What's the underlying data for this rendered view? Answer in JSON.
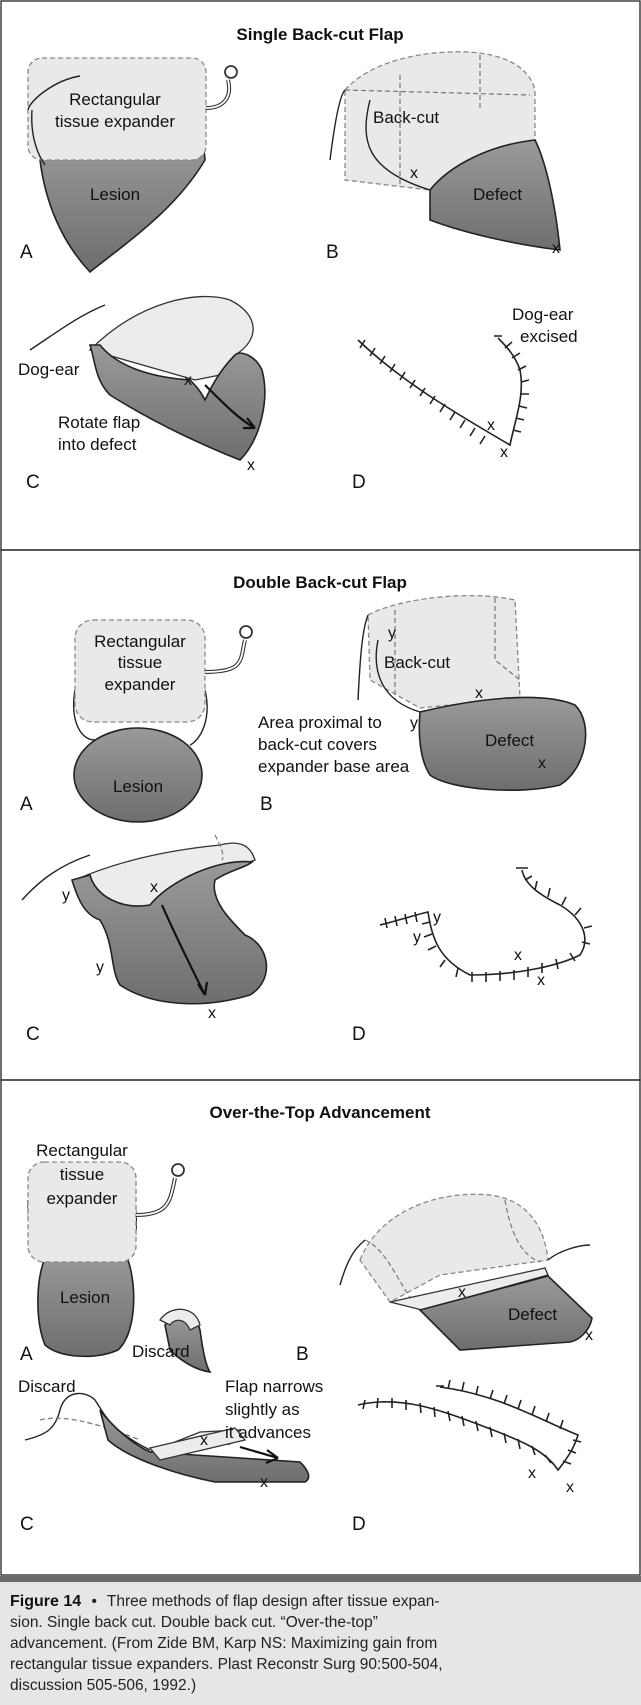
{
  "sections": [
    {
      "title": "Single Back-cut Flap",
      "panel_a": {
        "letter": "A",
        "expander_label_1": "Rectangular",
        "expander_label_2": "tissue expander",
        "lesion_label": "Lesion"
      },
      "panel_b": {
        "letter": "B",
        "backcut_label": "Back-cut",
        "defect_label": "Defect",
        "x1": "x",
        "x2": "x"
      },
      "panel_c": {
        "letter": "C",
        "dogear_label": "Dog-ear",
        "rotate_label_1": "Rotate flap",
        "rotate_label_2": "into defect",
        "x1": "x",
        "x2": "x"
      },
      "panel_d": {
        "letter": "D",
        "excised_label_1": "Dog-ear",
        "excised_label_2": "excised",
        "x1": "x",
        "x2": "x"
      }
    },
    {
      "title": "Double Back-cut Flap",
      "panel_a": {
        "letter": "A",
        "expander_label_1": "Rectangular",
        "expander_label_2": "tissue",
        "expander_label_3": "expander",
        "lesion_label": "Lesion"
      },
      "panel_b": {
        "letter": "B",
        "backcut_label": "Back-cut",
        "defect_label": "Defect",
        "note_1": "Area proximal to",
        "note_2": "back-cut covers",
        "note_3": "expander base area",
        "y1": "y",
        "y2": "y",
        "x1": "x",
        "x2": "x"
      },
      "panel_c": {
        "letter": "C",
        "y1": "y",
        "y2": "y",
        "x1": "x",
        "x2": "x"
      },
      "panel_d": {
        "letter": "D",
        "y1": "y",
        "y2": "y",
        "x1": "x",
        "x2": "x"
      }
    },
    {
      "title": "Over-the-Top Advancement",
      "panel_a": {
        "letter": "A",
        "expander_label_1": "Rectangular",
        "expander_label_2": "tissue",
        "expander_label_3": "expander",
        "lesion_label": "Lesion"
      },
      "panel_b": {
        "letter": "B",
        "defect_label": "Defect",
        "x1": "x",
        "x2": "x"
      },
      "panel_c": {
        "letter": "C",
        "discard_1": "Discard",
        "discard_2": "Discard",
        "narrow_1": "Flap narrows",
        "narrow_2": "slightly as",
        "narrow_3": "it advances",
        "x1": "x",
        "x2": "x"
      },
      "panel_d": {
        "letter": "D",
        "x1": "x",
        "x2": "x"
      }
    }
  ],
  "caption": {
    "figure_label": "Figure 14",
    "bullet": "•",
    "line_1": "Three methods of flap design after tissue expan-",
    "line_2": "sion. Single back cut. Double back cut. “Over-the-top”",
    "line_3": "advancement. (From Zide BM, Karp NS: Maximizing gain from",
    "line_4": "rectangular tissue expanders. Plast Reconstr Surg 90:500-504,",
    "line_5": "discussion 505-506, 1992.)"
  }
}
